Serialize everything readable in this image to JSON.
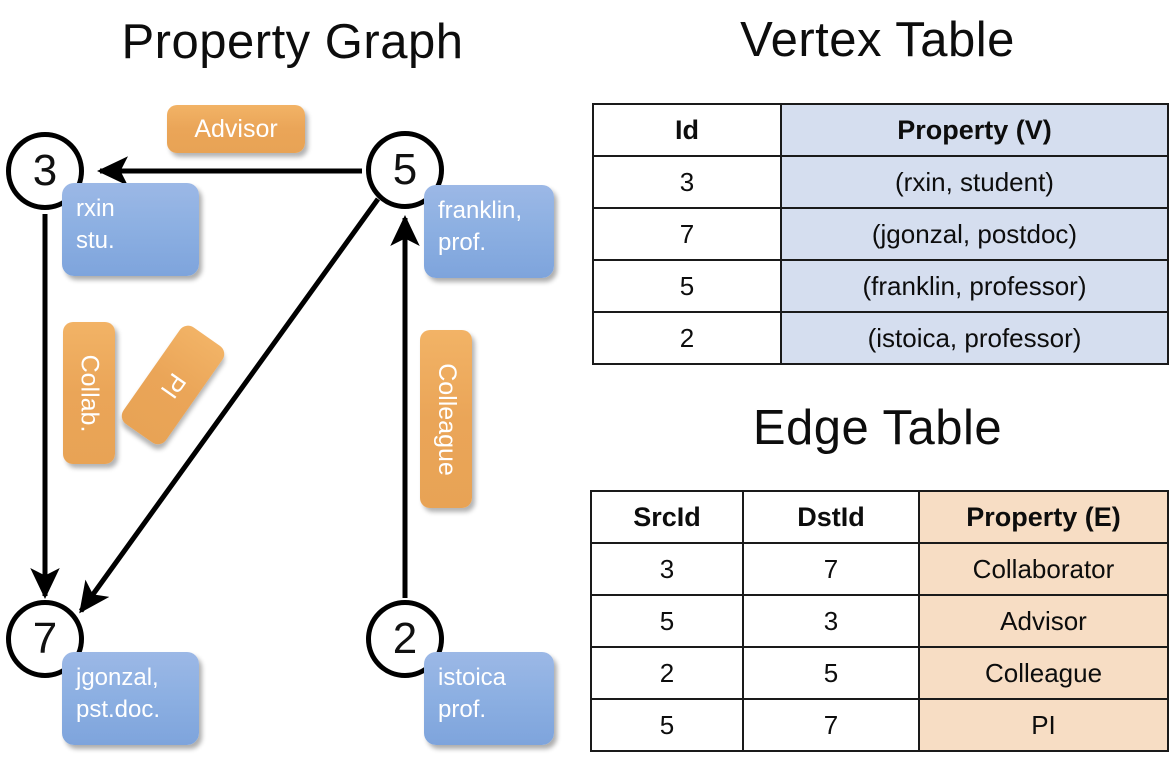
{
  "panels": {
    "graph_title": "Property Graph",
    "vertex_title": "Vertex Table",
    "edge_title": "Edge Table"
  },
  "graph": {
    "nodes": [
      {
        "id": "3",
        "property_lines": [
          "rxin",
          "stu."
        ]
      },
      {
        "id": "5",
        "property_lines": [
          "franklin,",
          "prof."
        ]
      },
      {
        "id": "7",
        "property_lines": [
          "jgonzal,",
          "pst.doc."
        ]
      },
      {
        "id": "2",
        "property_lines": [
          "istoica",
          "prof."
        ]
      }
    ],
    "edge_labels": [
      {
        "name": "advisor",
        "text": "Advisor"
      },
      {
        "name": "collab",
        "text": "Collab."
      },
      {
        "name": "pi",
        "text": "PI"
      },
      {
        "name": "colleague",
        "text": "Colleague"
      }
    ]
  },
  "vertex_table": {
    "headers": [
      "Id",
      "Property (V)"
    ],
    "rows": [
      {
        "id": "3",
        "property": "(rxin, student)"
      },
      {
        "id": "7",
        "property": "(jgonzal, postdoc)"
      },
      {
        "id": "5",
        "property": "(franklin, professor)"
      },
      {
        "id": "2",
        "property": "(istoica, professor)"
      }
    ]
  },
  "edge_table": {
    "headers": [
      "SrcId",
      "DstId",
      "Property (E)"
    ],
    "rows": [
      {
        "src": "3",
        "dst": "7",
        "property": "Collaborator"
      },
      {
        "src": "5",
        "dst": "3",
        "property": "Advisor"
      },
      {
        "src": "2",
        "dst": "5",
        "property": "Colleague"
      },
      {
        "src": "5",
        "dst": "7",
        "property": "PI"
      }
    ]
  },
  "colors": {
    "vertex_property_fill": "#d5deef",
    "edge_property_fill": "#f7ddc4",
    "node_property_box": "#8db0e2",
    "edge_label_box": "#eaa558",
    "stroke": "#000000"
  }
}
